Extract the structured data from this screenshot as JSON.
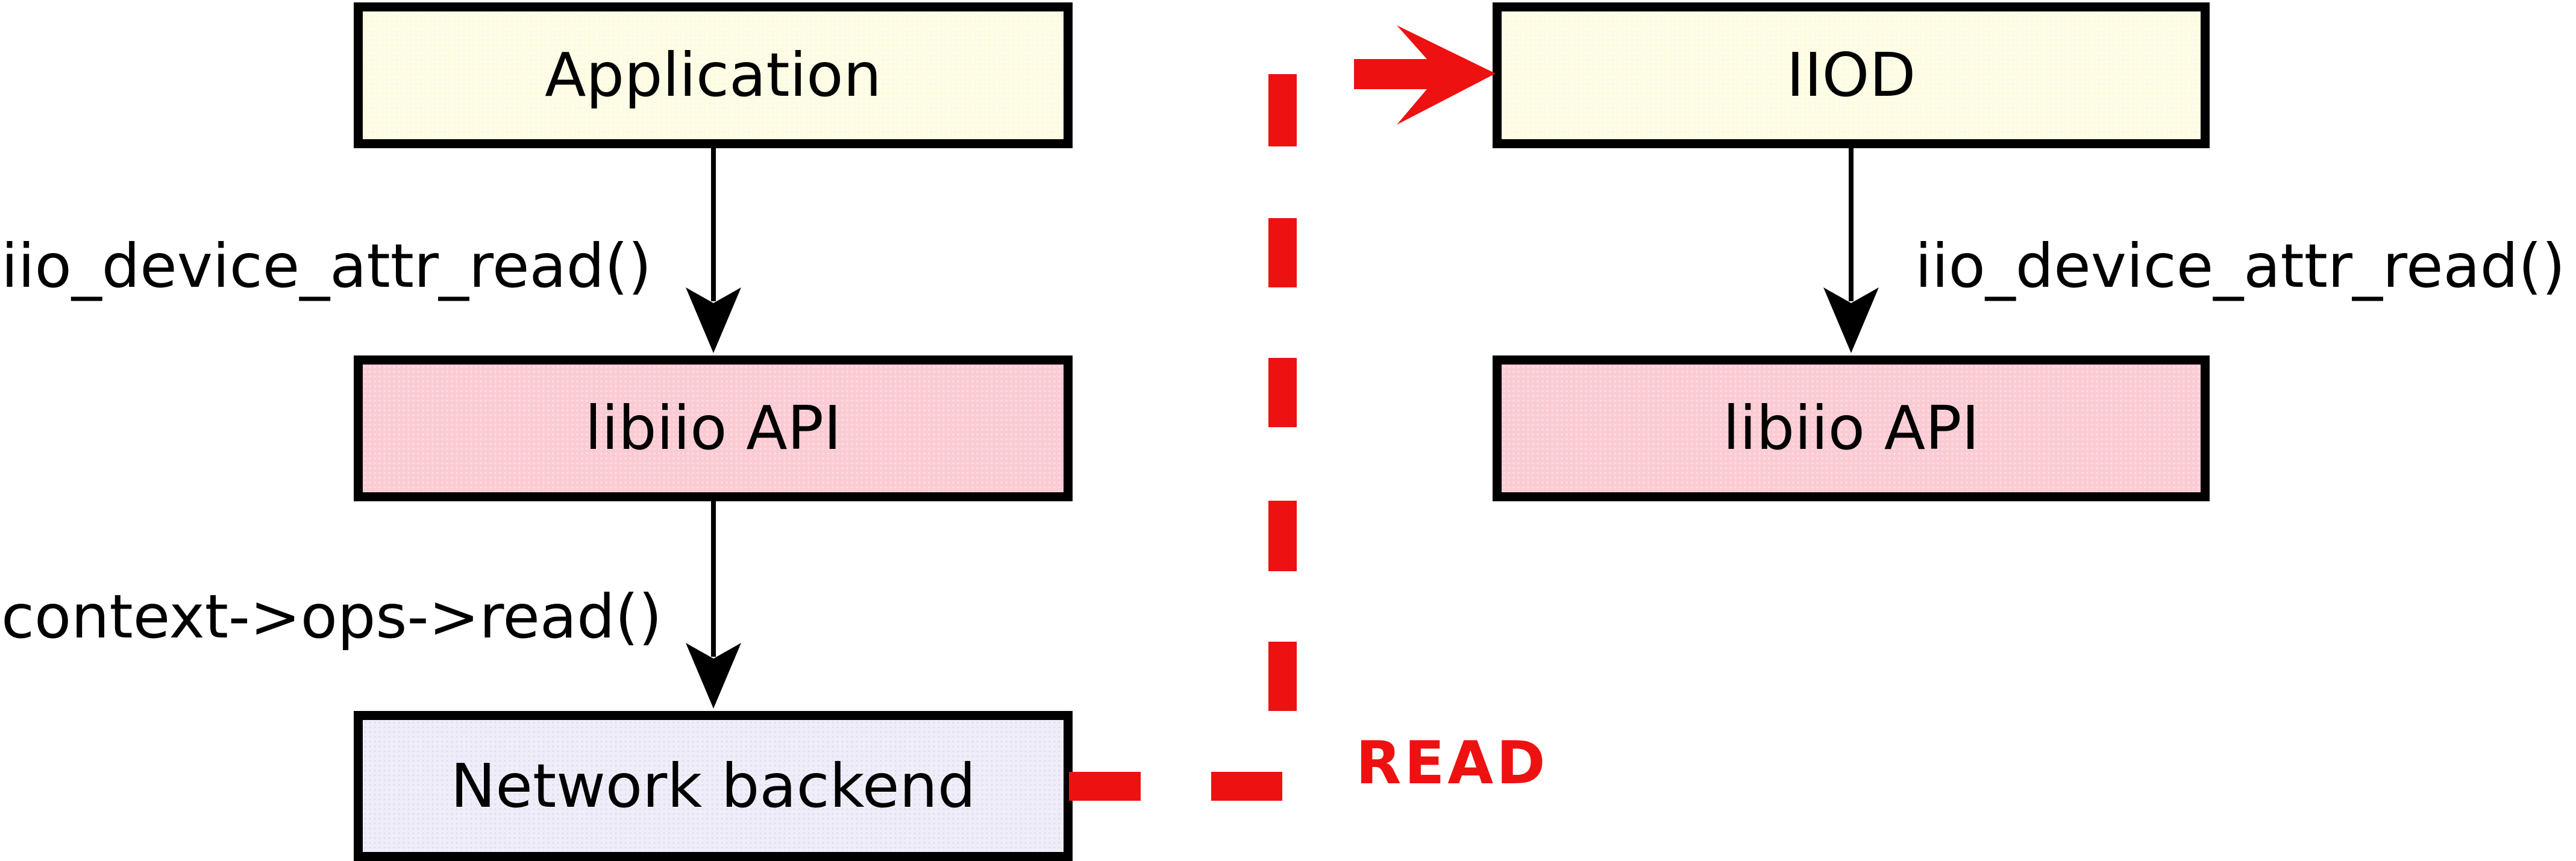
{
  "title": "libiio network backend read flow diagram",
  "colors": {
    "box_yellow": "#FDFCE2",
    "box_pink": "#FBCBD4",
    "box_lavender": "#EFEEF8",
    "box_border": "#000000",
    "red": "#EE1111",
    "text": "#000000"
  },
  "boxes": {
    "application": {
      "label": "Application"
    },
    "libiio_left": {
      "label": "libiio API"
    },
    "network_backend": {
      "label": "Network backend"
    },
    "iiod": {
      "label": "IIOD"
    },
    "libiio_right": {
      "label": "libiio API"
    }
  },
  "labels": {
    "left_call": "iio_device_attr_read()",
    "backend_call": "context->ops->read()",
    "right_call": "iio_device_attr_read()",
    "read": "READ"
  }
}
